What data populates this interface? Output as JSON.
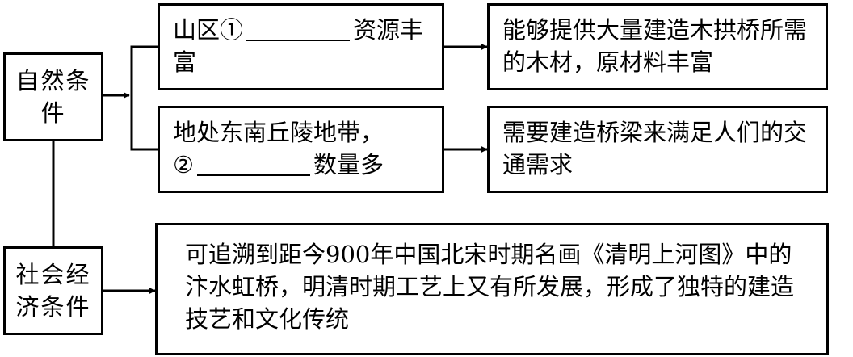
{
  "natural": {
    "label": "自然条件",
    "items": [
      {
        "prefix": "山区",
        "marker": "①",
        "suffix": "资源丰富"
      },
      {
        "prefix": "地处东南丘陵地带，",
        "marker": "②",
        "suffix": "数量多"
      }
    ],
    "results": [
      "能够提供大量建造木拱桥所需的木材，原材料丰富",
      "需要建造桥梁来满足人们的交通需求"
    ]
  },
  "social": {
    "label": "社会经济条件",
    "text": "可追溯到距今900年中国北宋时期名画《清明上河图》中的汴水虹桥，明清时期工艺上又有所发展，形成了独特的建造技艺和文化传统"
  }
}
